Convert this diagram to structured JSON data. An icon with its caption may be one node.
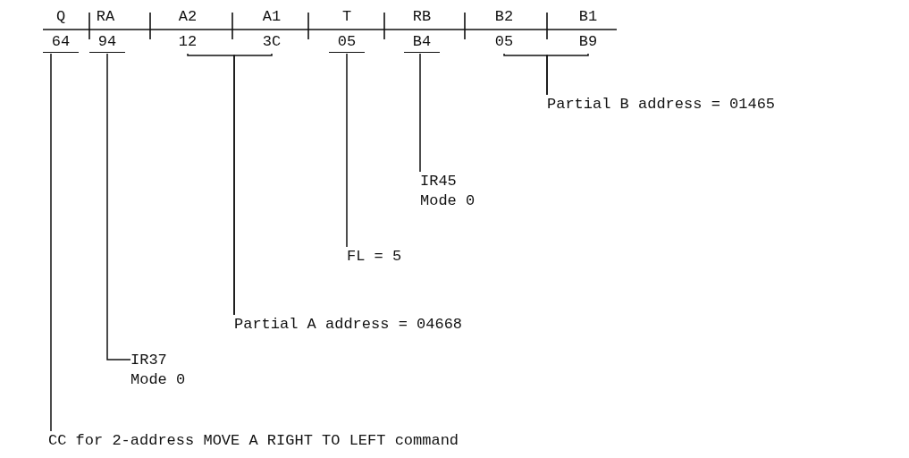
{
  "diagram": {
    "nodes": [
      {
        "text": [
          "64"
        ]
      },
      {
        "text": [
          "94"
        ]
      },
      {
        "text": [
          "12"
        ]
      },
      {
        "text": [
          "3C"
        ]
      },
      {
        "text": [
          "05"
        ]
      },
      {
        "text": [
          "B4"
        ]
      },
      {
        "text": [
          "05"
        ]
      },
      {
        "text": [
          "B9"
        ]
      },
      {
        "text": [
          "Partial B address = 01465"
        ]
      },
      {
        "text": [
          "IR45 Mode 0"
        ]
      },
      {
        "text": [
          "FL = 5"
        ]
      },
      {
        "text": [
          "Partial A address = 04668"
        ]
      },
      {
        "text": [
          "IR37 Mode 0"
        ]
      },
      {
        "text": [
          "CC for 2-address MOVE A RIGHT TO LEFT command"
        ]
      }
    ],
    "edges": [
      {
        "from": 8,
        "to": 6,
        "arrow": "none"
      },
      {
        "from": 8,
        "to": 7,
        "arrow": "none"
      },
      {
        "from": 9,
        "to": 5,
        "arrow": "none"
      },
      {
        "from": 10,
        "to": 4,
        "arrow": "none"
      },
      {
        "from": 11,
        "to": 2,
        "arrow": "none"
      },
      {
        "from": 11,
        "to": 3,
        "arrow": "none"
      },
      {
        "from": 12,
        "to": 1,
        "arrow": "none"
      },
      {
        "from": 13,
        "to": 0,
        "arrow": "none"
      }
    ],
    "labels": [
      "Q",
      "RA",
      "A2",
      "A1",
      "T",
      "RB",
      "B2",
      "B1"
    ]
  }
}
